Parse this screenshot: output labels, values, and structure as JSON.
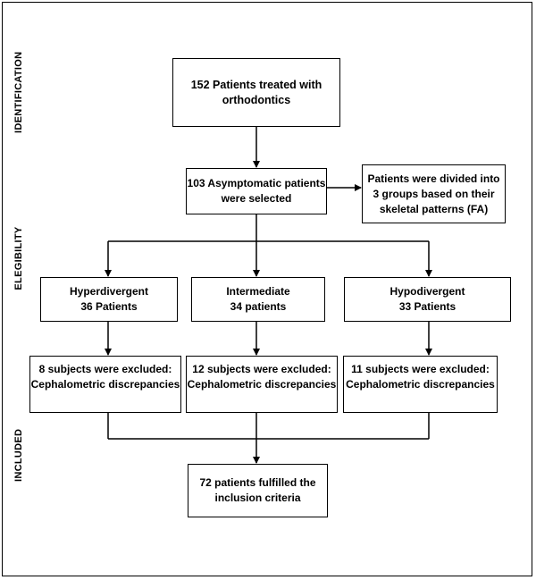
{
  "side_labels": {
    "identification": "IDENTIFICATION",
    "elegibility": "ELEGIBILITY",
    "included": "INCLUDED"
  },
  "boxes": {
    "treated": {
      "line1": "152 Patients treated with",
      "line2": "orthodontics"
    },
    "selected": {
      "line1": "103 Asymptomatic patients",
      "line2": "were selected"
    },
    "divided": {
      "line1": "Patients were divided into",
      "line2": "3 groups based on their",
      "line3": "skeletal patterns (FA)"
    },
    "hyper": {
      "line1": "Hyperdivergent",
      "line2": "36 Patients"
    },
    "intermediate": {
      "line1": "Intermediate",
      "line2": "34 patients"
    },
    "hypo": {
      "line1": "Hypodivergent",
      "line2": "33 Patients"
    },
    "excluded_hyper": {
      "line1": "8 subjects were excluded:",
      "line2": "Cephalometric discrepancies"
    },
    "excluded_intermediate": {
      "line1": "12 subjects were excluded:",
      "line2": "Cephalometric discrepancies"
    },
    "excluded_hypo": {
      "line1": "11 subjects were excluded:",
      "line2": "Cephalometric discrepancies"
    },
    "fulfilled": {
      "line1": "72 patients fulfilled the",
      "line2": "inclusion criteria"
    }
  }
}
